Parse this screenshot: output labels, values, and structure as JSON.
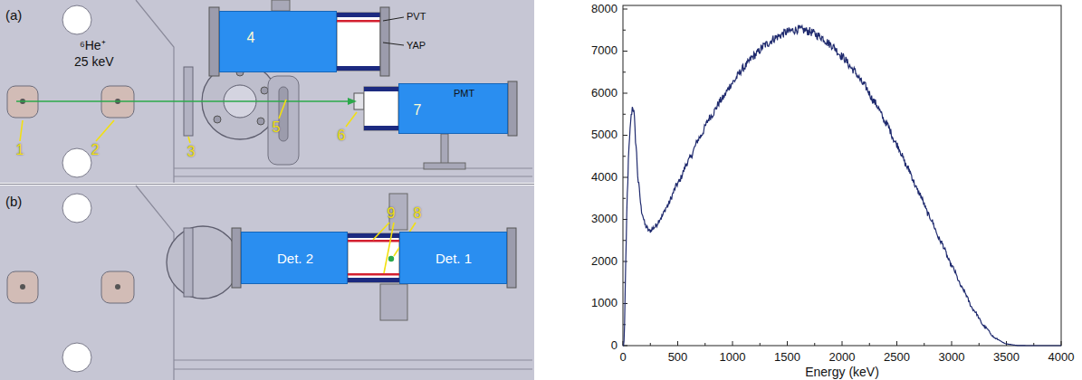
{
  "diagram": {
    "nodes": [
      {
        "text": [
          "(a)"
        ]
      },
      {
        "text": [
          "4"
        ],
        "in": 0
      },
      {
        "text": [
          "7",
          "PMT"
        ],
        "in": 0
      },
      {
        "text": [
          "(b)"
        ]
      },
      {
        "text": [
          "Det. 2"
        ],
        "in": 3
      },
      {
        "text": [
          "Det. 1"
        ],
        "in": 3
      }
    ],
    "labels": [
      "⁶He⁺",
      "25 keV",
      "1",
      "2",
      "3",
      "5",
      "6",
      "PVT",
      "YAP",
      "9",
      "8",
      "8000",
      "7000",
      "6000",
      "5000",
      "4000",
      "3000",
      "2000",
      "1000",
      "0",
      "0",
      "500",
      "1000",
      "1500",
      "2000",
      "2500",
      "3000",
      "3500",
      "4000",
      "Energy (keV)"
    ]
  }
}
